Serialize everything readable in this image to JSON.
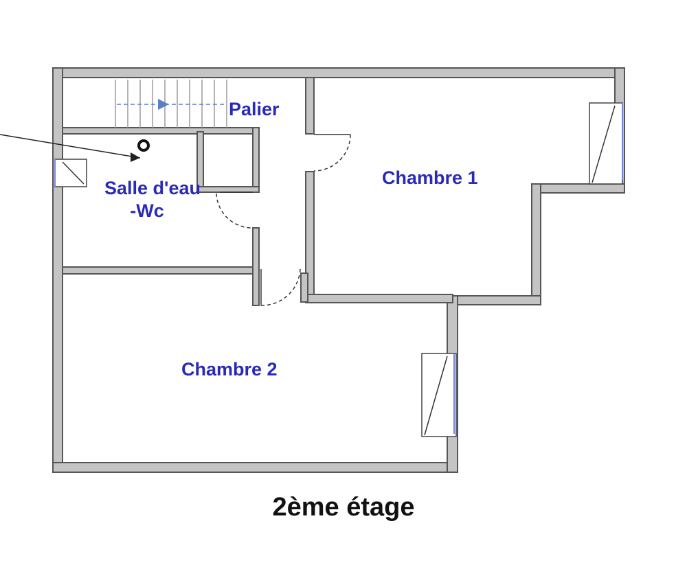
{
  "floor_title": "2ème étage",
  "rooms": {
    "palier": "Palier",
    "salle_deau_line1": "Salle d'eau",
    "salle_deau_line2": "-Wc",
    "chambre1": "Chambre 1",
    "chambre2": "Chambre 2"
  },
  "colors": {
    "room_label": "#2a2ab8",
    "wall_fill": "#c4c4c4",
    "window_glass": "#7a86d6",
    "stair_arrow": "#5b7fc4"
  }
}
